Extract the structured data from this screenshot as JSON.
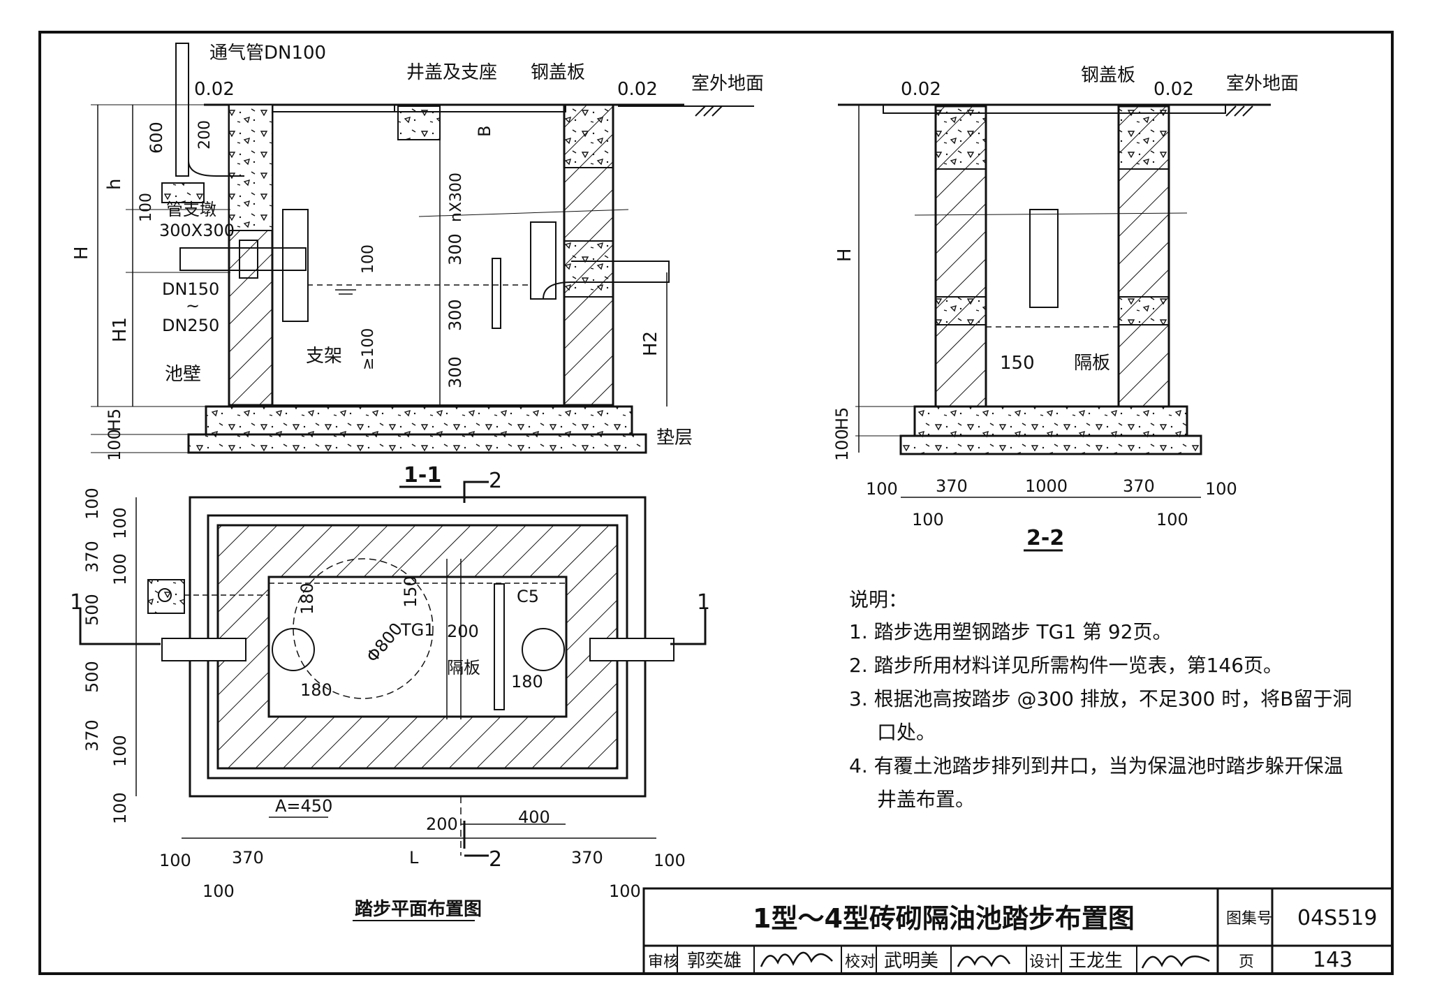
{
  "sheet": {
    "title": "1型～4型砖砌隔油池踏步布置图",
    "atlas_label": "图集号",
    "atlas_no": "04S519",
    "page_label": "页",
    "page_no": "143",
    "review_label": "审核",
    "reviewer": "郭奕雄",
    "check_label": "校对",
    "checker": "武明美",
    "design_label": "设计",
    "designer": "王龙生"
  },
  "section11": {
    "caption": "1-1",
    "vent_pipe": "通气管DN100",
    "cover_support": "井盖及支座",
    "steel_cover": "钢盖板",
    "elev_left": "0.02",
    "elev_right": "0.02",
    "outdoor_ground": "室外地面",
    "dim_600": "600",
    "dim_200": "200",
    "dim_h": "h",
    "dim_100": "100",
    "dim_H": "H",
    "dim_H1": "H1",
    "dim_H2": "H2",
    "dim_H5": "H5",
    "dim_100b": "100",
    "dim_B": "B",
    "dim_nx300": "nX300",
    "dim_300a": "300",
    "dim_300b": "300",
    "dim_300c": "300",
    "dim_100c": "100",
    "dim_ge100": "≥100",
    "pipe_pier": "管支墩",
    "pier_size": "300X300",
    "dn150": "DN150",
    "tilde": "~",
    "dn250": "DN250",
    "bracket": "支架",
    "wall": "池壁",
    "cushion": "垫层",
    "sec2_mark": "2"
  },
  "section22": {
    "caption": "2-2",
    "steel_cover": "钢盖板",
    "elev_left": "0.02",
    "elev_right": "0.02",
    "outdoor_ground": "室外地面",
    "dim_H": "H",
    "dim_H5": "H5",
    "dim_100": "100",
    "dim_150": "150",
    "partition": "隔板",
    "dims_top": [
      "100",
      "370",
      "1000",
      "370",
      "100"
    ],
    "dims_bot": [
      "100",
      "100"
    ]
  },
  "plan": {
    "caption": "踏步平面布置图",
    "sec_mark_1": "1",
    "sec_mark_2": "2",
    "left_dims": [
      "100",
      "100",
      "370",
      "100",
      "500",
      "500",
      "370",
      "100",
      "100"
    ],
    "d180a": "180",
    "d150": "150",
    "d800": "Φ800",
    "tg1": "TG1",
    "d200a": "200",
    "c5": "C5",
    "partition": "隔板",
    "d180b": "180",
    "d180c": "180",
    "a450": "A=450",
    "d200b": "200",
    "d400": "400",
    "dim_L": "L",
    "bot_dims": [
      "100",
      "370",
      "370",
      "100"
    ],
    "bot_dims2": [
      "100",
      "100"
    ]
  },
  "notes": {
    "heading": "说明：",
    "items": [
      "1. 踏步选用塑钢踏步 TG1 第 92页。",
      "2. 踏步所用材料详见所需构件一览表，第146页。",
      "3. 根据池高按踏步 @300 排放，不足300 时，将B留于洞",
      "口处。",
      "4. 有覆土池踏步排列到井口，当为保温池时踏步躲开保温",
      "井盖布置。"
    ]
  }
}
